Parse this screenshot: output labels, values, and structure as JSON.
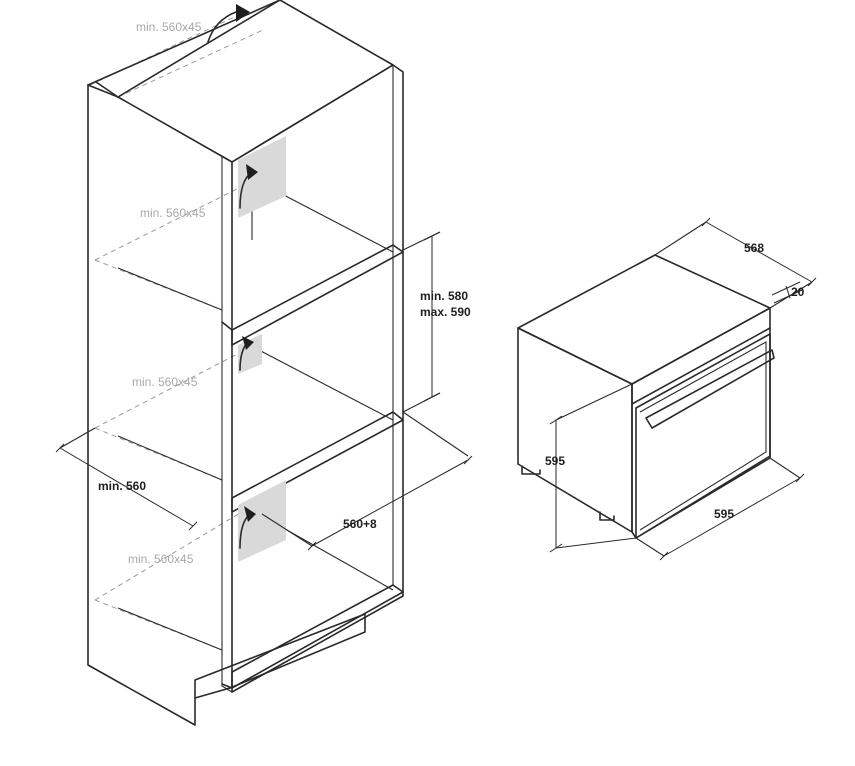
{
  "labels": {
    "vent_top": "min. 560x45",
    "vent_upper": "min. 560x45",
    "vent_middle": "min. 560x45",
    "vent_bottom": "min. 560x45",
    "niche_height_min": "min. 580",
    "niche_height_max": "max. 590",
    "niche_width": "min. 560",
    "niche_depth": "560+8",
    "oven_depth": "568",
    "oven_front": "20",
    "oven_height": "595",
    "oven_width": "595"
  },
  "colors": {
    "line": "#2a2a2a",
    "vent_fill": "#d9d9d9",
    "dashed": "#9a9a9a",
    "grey_label": "#a8a8a8"
  }
}
